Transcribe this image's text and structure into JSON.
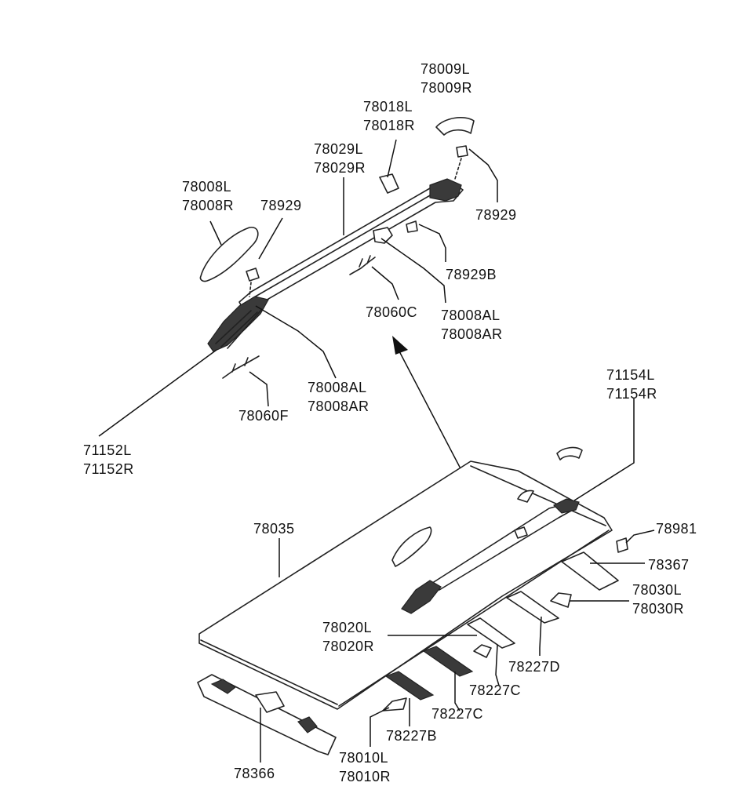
{
  "labels": {
    "p78009": [
      "78009L",
      "78009R"
    ],
    "p78018": [
      "78018L",
      "78018R"
    ],
    "p78029": [
      "78029L",
      "78029R"
    ],
    "p78008": [
      "78008L",
      "78008R"
    ],
    "p78929_left": "78929",
    "p78929_right": "78929",
    "p78929B": "78929B",
    "p78060C": "78060C",
    "p78008A_right": [
      "78008AL",
      "78008AR"
    ],
    "p78008A_left": [
      "78008AL",
      "78008AR"
    ],
    "p78060F": "78060F",
    "p71152": [
      "71152L",
      "71152R"
    ],
    "p71154": [
      "71154L",
      "71154R"
    ],
    "p78035": "78035",
    "p78981": "78981",
    "p78367": "78367",
    "p78030": [
      "78030L",
      "78030R"
    ],
    "p78020": [
      "78020L",
      "78020R"
    ],
    "p78227D": "78227D",
    "p78227C_a": "78227C",
    "p78227C_b": "78227C",
    "p78227B": "78227B",
    "p78010": [
      "78010L",
      "78010R"
    ],
    "p78366": "78366"
  }
}
